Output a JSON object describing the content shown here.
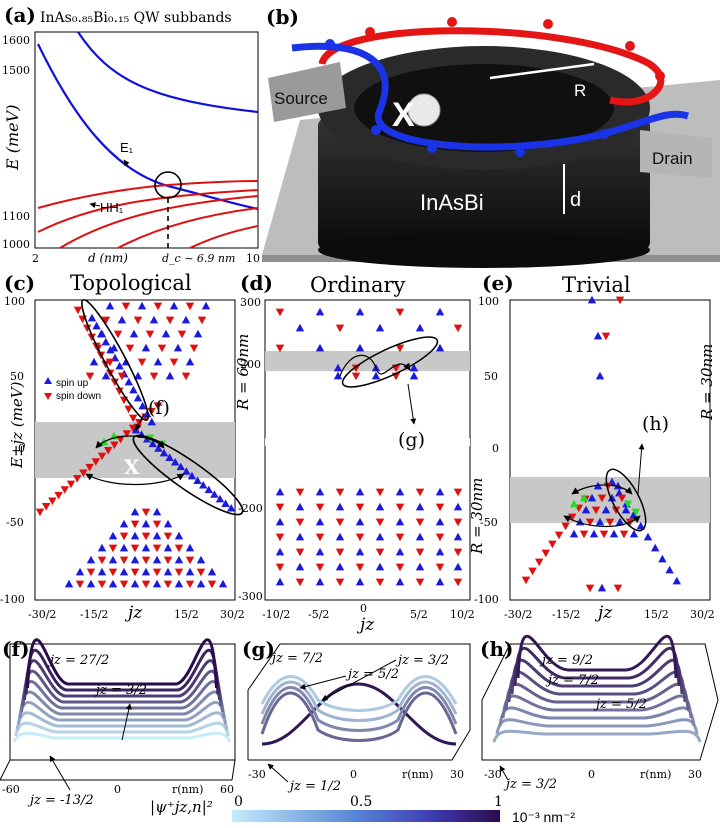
{
  "panel_a": {
    "label": "(a)",
    "title": "InAs₀.₈₅Bi₀.₁₅ QW subbands",
    "ylabel": "E (meV)",
    "xlabel": "d (nm)",
    "crit": "d_c ∼ 6.9 nm",
    "e1": "E₁",
    "hh1": "HH₁",
    "yticks": [
      "1600",
      "1500",
      "1100",
      "1000"
    ],
    "xticks": [
      "2",
      "10"
    ]
  },
  "panel_b": {
    "label": "(b)",
    "source": "Source",
    "drain": "Drain",
    "material": "InAsBi",
    "d": "d",
    "r": "R",
    "x": "X"
  },
  "panel_c": {
    "label": "(c)",
    "title": "Topological",
    "ylabel": "E±jz (meV)",
    "legend_up": "spin up",
    "legend_down": "spin down",
    "callout": "(f)",
    "yticks": [
      "100",
      "50",
      "0",
      "-50",
      "-100"
    ],
    "xticks": [
      "-30/2",
      "-15/2",
      "15/2",
      "30/2"
    ],
    "xlabel": "jz"
  },
  "panel_d": {
    "label": "(d)",
    "title": "Ordinary",
    "side_top": "R = 60nm",
    "side_bottom": "R = 30nm",
    "callout": "(g)",
    "yticks": [
      "300",
      "200",
      "-200",
      "-300"
    ],
    "xticks": [
      "-10/2",
      "-5/2",
      "0",
      "5/2",
      "10/2"
    ],
    "xlabel": "jz"
  },
  "panel_e": {
    "label": "(e)",
    "title": "Trivial",
    "side": "R = 30nm",
    "callout": "(h)",
    "yticks": [
      "100",
      "50",
      "0",
      "-50",
      "-100"
    ],
    "xticks": [
      "-30/2",
      "-15/2",
      "15/2",
      "30/2"
    ],
    "xlabel": "jz"
  },
  "panel_f": {
    "label": "(f)",
    "ann1": "jz = 27/2",
    "ann2": "jz = 3/2",
    "ann3": "jz = -13/2",
    "xticks": [
      "-60",
      "0",
      "r(nm)",
      "60"
    ]
  },
  "panel_g": {
    "label": "(g)",
    "ann1": "jz = 7/2",
    "ann2": "jz = 5/2",
    "ann3": "jz = 3/2",
    "ann4": "jz = 1/2",
    "xticks": [
      "-30",
      "0",
      "r(nm)",
      "30"
    ]
  },
  "panel_h": {
    "label": "(h)",
    "ann1": "jz = 9/2",
    "ann2": "jz = 7/2",
    "ann3": "jz = 5/2",
    "ann4": "jz = 3/2",
    "xticks": [
      "-30",
      "0",
      "r(nm)",
      "30"
    ]
  },
  "colorbar": {
    "label": "|ψ⁺jz,n|²",
    "ticks": [
      "0",
      "0.5",
      "1"
    ],
    "unit": "10⁻³ nm⁻²",
    "color_low": "#bfe6f7",
    "color_high": "#3a0f5e"
  },
  "colors": {
    "spin_up": "#1a1adf",
    "spin_down": "#e01010",
    "green": "#22dd22",
    "gap": "#c8c8c8"
  }
}
